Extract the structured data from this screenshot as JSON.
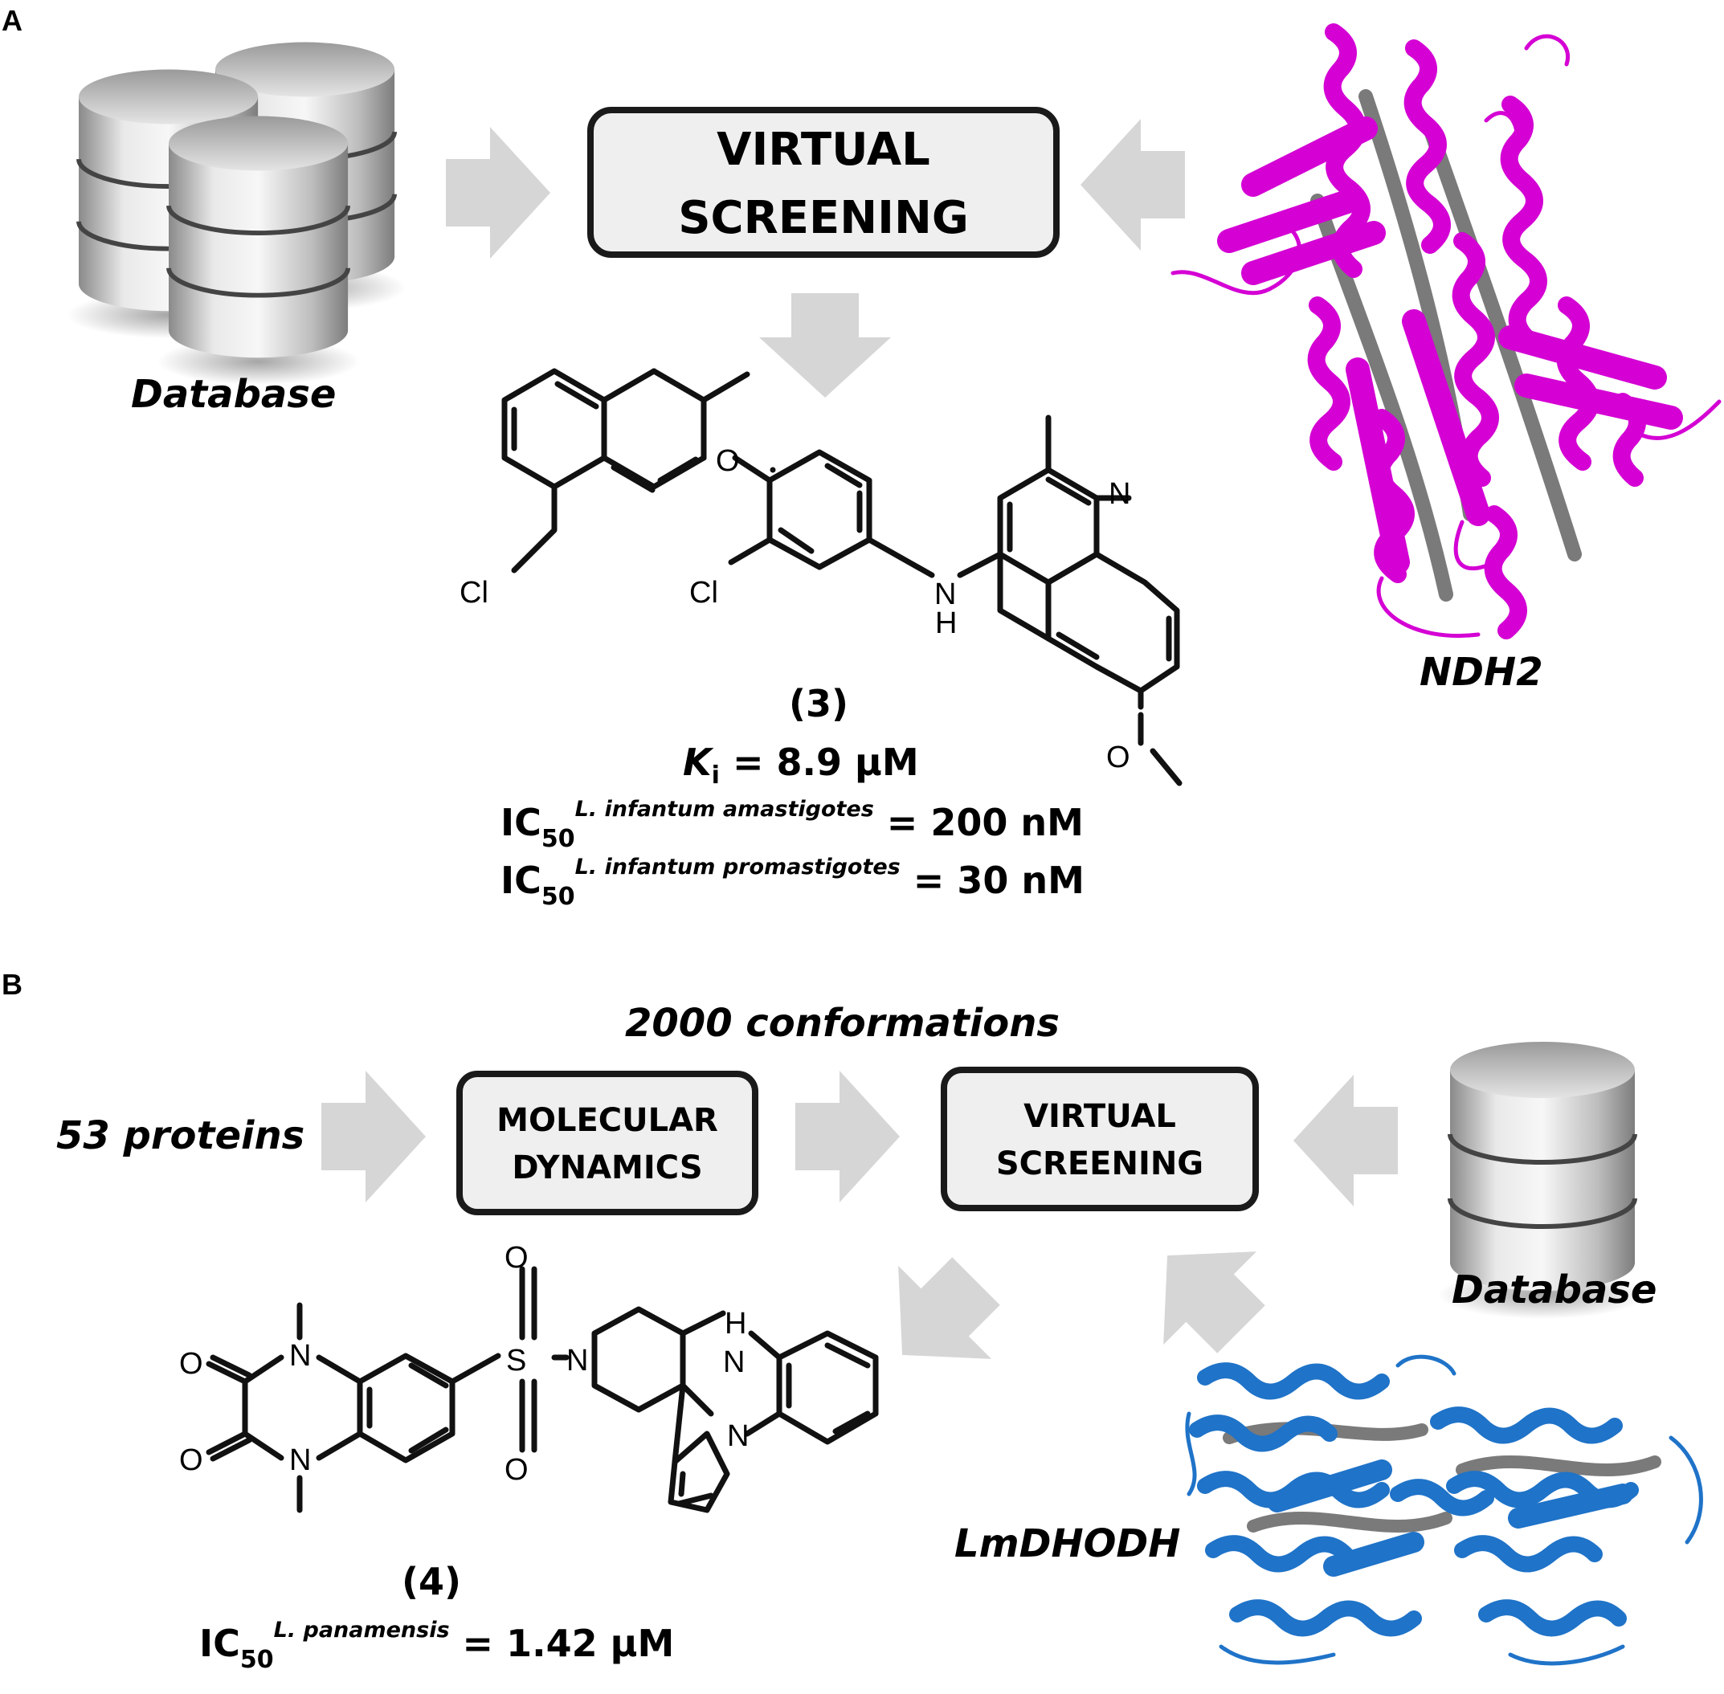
{
  "panel_a": {
    "letter": "A",
    "box_line1": "VIRTUAL",
    "box_line2": "SCREENING",
    "database_label": "Database",
    "protein_label": "NDH2",
    "compound_id": "(3)",
    "ki_symbol": "K",
    "ki_sub": "i",
    "ki_value": " = 8.9 µM",
    "ic50_prefix": "IC",
    "ic50_sub": "50",
    "ic50_1_sup": "L. infantum amastigotes",
    "ic50_1_value": " = 200 nM",
    "ic50_2_sup": "L. infantum promastigotes",
    "ic50_2_value": " = 30 nM",
    "atoms": {
      "o": "O",
      "n": "N",
      "nh_n": "N",
      "nh_h": "H",
      "cl1": "Cl",
      "cl2": "Cl",
      "ome_o": "O"
    }
  },
  "panel_b": {
    "letter": "B",
    "conformations_label": "2000 conformations",
    "proteins_label": "53 proteins",
    "md_line1": "MOLECULAR",
    "md_line2": "DYNAMICS",
    "vs_line1": "VIRTUAL",
    "vs_line2": "SCREENING",
    "database_label": "Database",
    "protein_label": "LmDHODH",
    "compound_id": "(4)",
    "ic50_prefix": "IC",
    "ic50_sub": "50",
    "ic50_sup": "L. panamensis",
    "ic50_value": " = 1.42 µM",
    "atoms": {
      "o1": "O",
      "o2": "O",
      "n1": "N",
      "n2": "N",
      "s": "S",
      "so1": "O",
      "so2": "O",
      "npip": "N",
      "nh_n": "N",
      "nh_h": "H",
      "npyr": "N"
    }
  },
  "colors": {
    "arrow": "#d6d6d6",
    "box_fill": "#efefef",
    "box_stroke": "#1a1a1a",
    "ndh2_protein": "#d400d4",
    "dhodh_protein": "#1f73c8",
    "protein_core": "#7a7a7a",
    "cylinder_light": "#e6e6e6",
    "cylinder_dark": "#8c8c8c"
  }
}
